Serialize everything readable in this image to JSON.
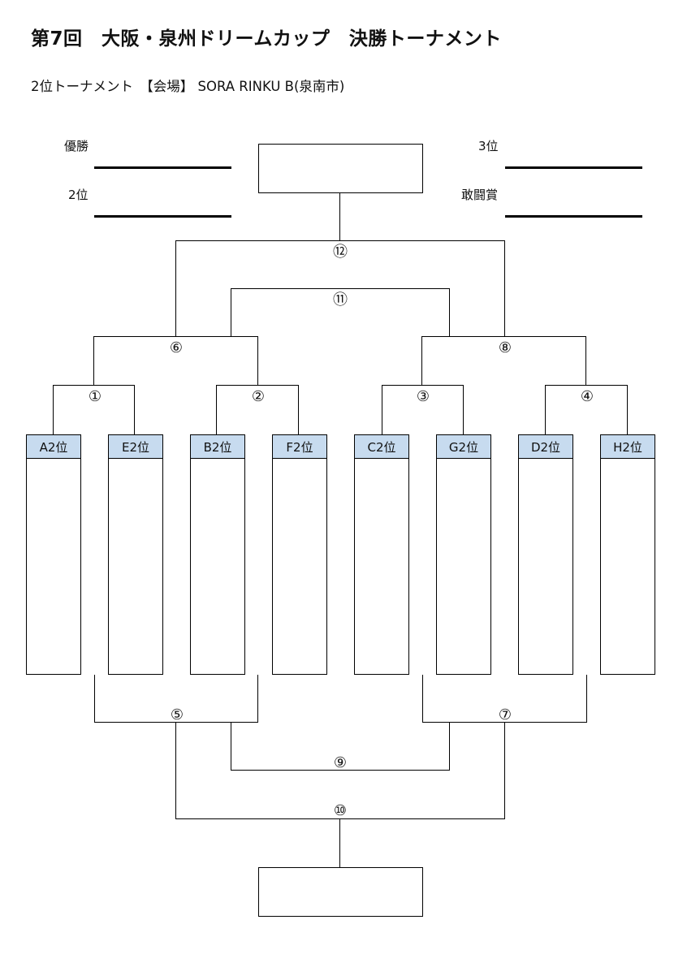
{
  "header": {
    "title": "第7回　大阪・泉州ドリームカップ　決勝トーナメント",
    "subtitle": "2位トーナメント　【会場】 SORA RINKU B(泉南市)"
  },
  "results": {
    "champion_label": "優勝",
    "second_label": "2位",
    "third_label": "3位",
    "fighting_spirit_label": "敢闘賞"
  },
  "teams": [
    "A2位",
    "E2位",
    "B2位",
    "F2位",
    "C2位",
    "G2位",
    "D2位",
    "H2位"
  ],
  "matches": {
    "m1": "①",
    "m2": "②",
    "m3": "③",
    "m4": "④",
    "m5": "⑤",
    "m6": "⑥",
    "m7": "⑦",
    "m8": "⑧",
    "m9": "⑨",
    "m10": "⑩",
    "m11": "⑪",
    "m12": "⑫"
  },
  "colors": {
    "team_header": "#c7dbef",
    "line": "#000000"
  }
}
